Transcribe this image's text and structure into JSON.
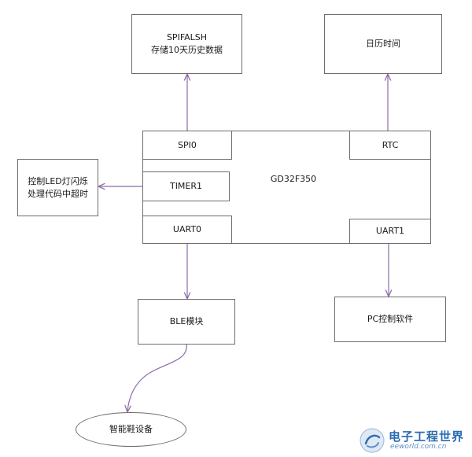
{
  "diagram": {
    "mcu": {
      "label": "GD32F350"
    },
    "peripherals": {
      "spi": "SPI0",
      "rtc": "RTC",
      "timer": "TIMER1",
      "uart0": "UART0",
      "uart1": "UART1"
    },
    "spi_flash": {
      "line1": "SPIFALSH",
      "line2": "存储10天历史数据"
    },
    "calendar": {
      "label": "日历时间"
    },
    "led_timer": {
      "line1": "控制LED灯闪烁",
      "line2": "处理代码中超时"
    },
    "ble": {
      "label": "BLE模块"
    },
    "pc": {
      "label": "PC控制软件"
    },
    "shoe": {
      "label": "智能鞋设备"
    }
  },
  "watermark": {
    "title": "电子工程世界",
    "url": "eeworld.com.cn"
  },
  "colors": {
    "arrow": "#8a6aa6",
    "border": "#6d6d6d",
    "brand": "#2a6cb0"
  }
}
